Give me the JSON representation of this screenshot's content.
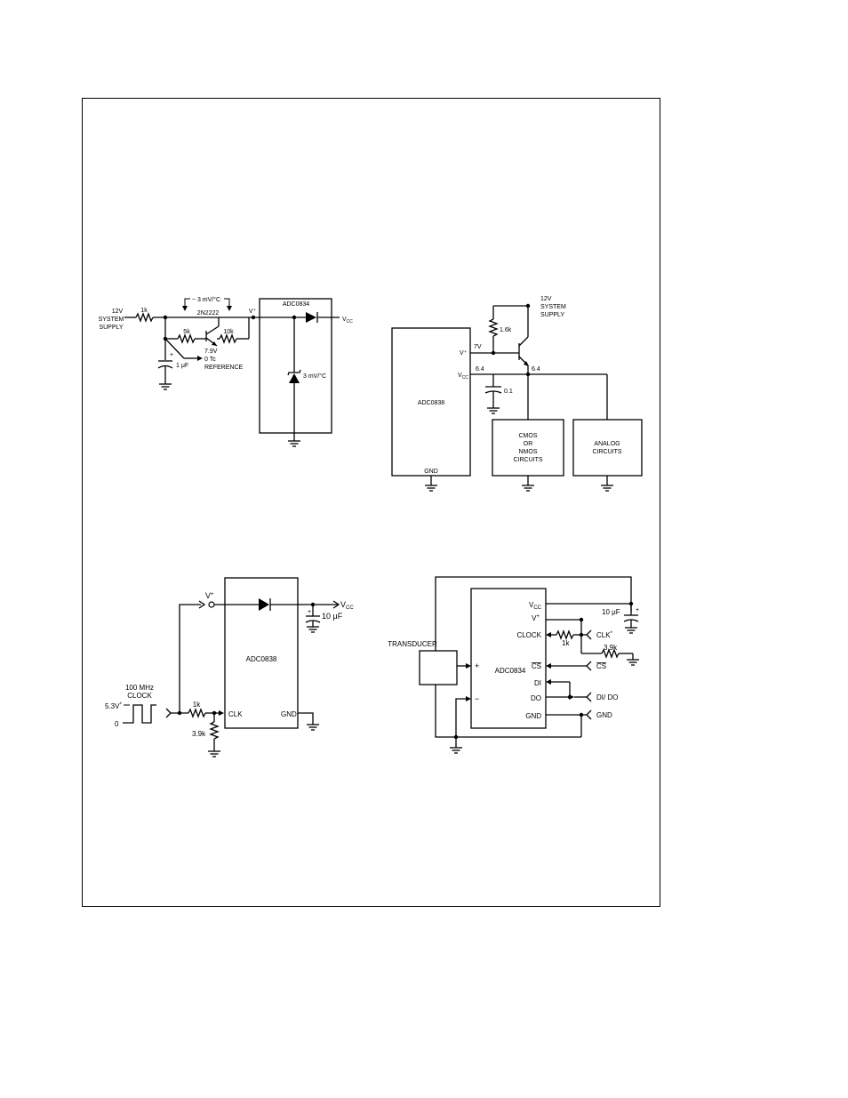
{
  "fig1": {
    "supply": [
      "12V",
      "SYSTEM",
      "SUPPLY"
    ],
    "r_series": "1k",
    "tc": "− 3 mV/°C",
    "transistor": "2N2222",
    "r_5k": "5k",
    "r_10k": "10k",
    "vplus": "V⁺",
    "chip": "ADC0834",
    "vcc": "V",
    "vcc_sub": "CC",
    "cap_plus": "+",
    "cap": "1 μF",
    "ref": [
      "7.9V",
      "0 Tc",
      "REFERENCE"
    ],
    "zener": "3 mV/°C"
  },
  "fig2": {
    "supply": [
      "12V",
      "SYSTEM",
      "SUPPLY"
    ],
    "r": "1.6k",
    "v7": "7V",
    "vplus": "V⁺",
    "vcc": "V",
    "vcc_sub": "CC",
    "v64a": "6.4",
    "v64b": "6.4",
    "cap": "0.1",
    "chip": "ADC0838",
    "gnd": "GND",
    "cmos": [
      "CMOS",
      "OR",
      "NMOS",
      "CIRCUITS"
    ],
    "analog": [
      "ANALOG",
      "CIRCUITS"
    ]
  },
  "fig3": {
    "vplus": "V",
    "vplus_sup": "+",
    "vcc": "V",
    "vcc_sub": "CC",
    "cap_plus": "+",
    "cap": "10 μF",
    "chip": "ADC0838",
    "clock": [
      "100 MHz",
      "CLOCK"
    ],
    "v53": "5.3V",
    "v53_sup": "*",
    "zero": "0",
    "r1": "1k",
    "r2": "3.9k",
    "clk": "CLK",
    "gnd": "GND"
  },
  "fig4": {
    "transducer": "TRANSDUCER",
    "chip": "ADC0834",
    "plus": "+",
    "minus": "−",
    "pins": {
      "vcc": "V",
      "vcc_sub": "CC",
      "vplus": "V",
      "vplus_sup": "+",
      "clock": "CLOCK",
      "cs": "CS",
      "di": "DI",
      "do": "DO",
      "gnd": "GND"
    },
    "cap": "10 μF",
    "cap_plus": "+",
    "r1": "1k",
    "r2": "3.9k",
    "clk_ext": "CLK",
    "clk_ext_sup": "*",
    "cs_ext": "CS",
    "dido": "DI/ DO",
    "gnd_ext": "GND"
  }
}
